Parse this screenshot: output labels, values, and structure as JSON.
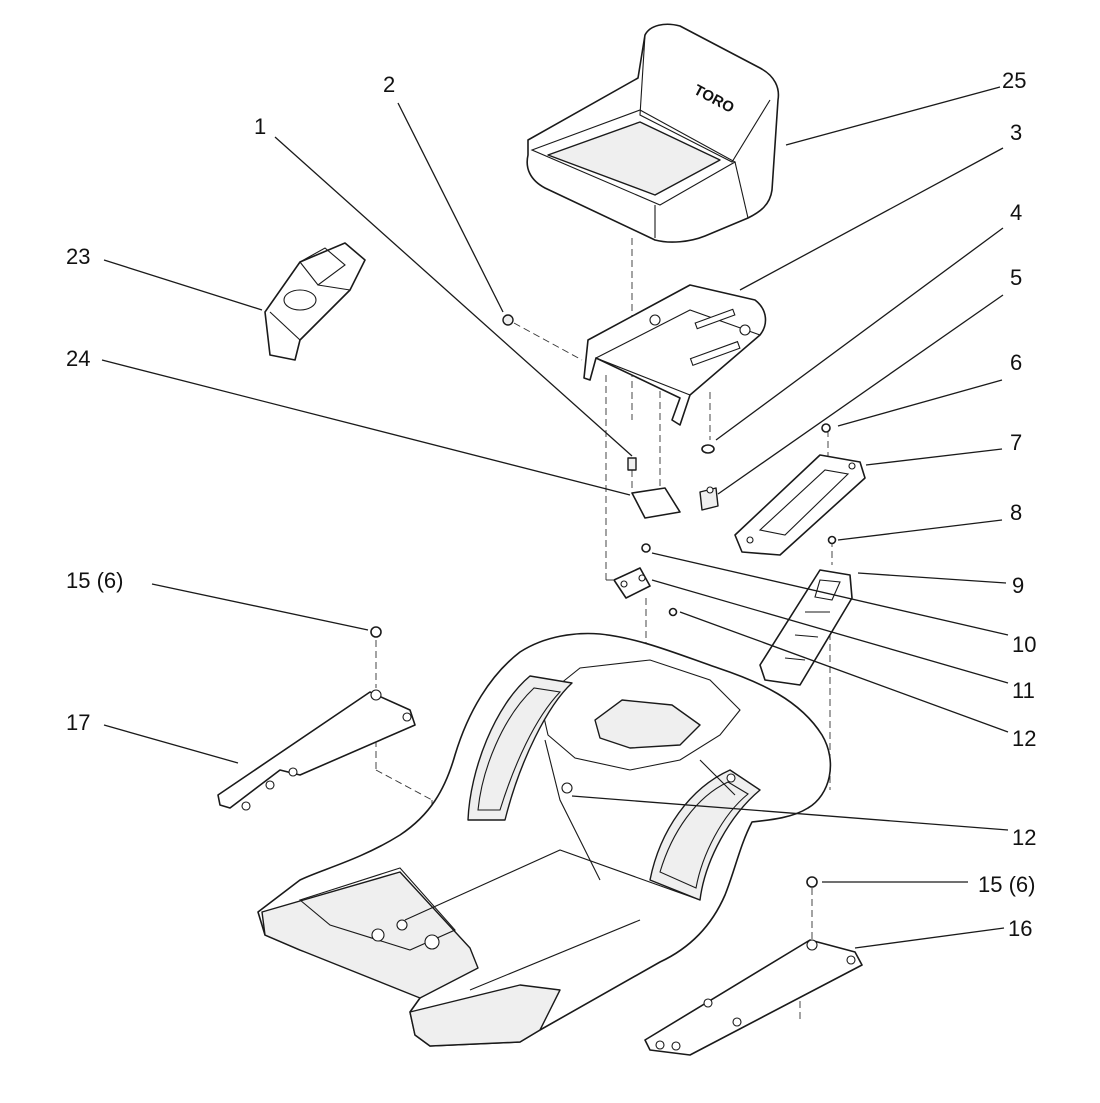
{
  "callouts": {
    "c1": "1",
    "c2": "2",
    "c3": "3",
    "c4": "4",
    "c5": "5",
    "c6": "6",
    "c7": "7",
    "c8": "8",
    "c9": "9",
    "c10": "10",
    "c11": "11",
    "c12a": "12",
    "c12b": "12",
    "c15a": "15 (6)",
    "c15b": "15 (6)",
    "c16": "16",
    "c17": "17",
    "c23": "23",
    "c24": "24",
    "c25": "25"
  },
  "seat_logo": "TORO"
}
